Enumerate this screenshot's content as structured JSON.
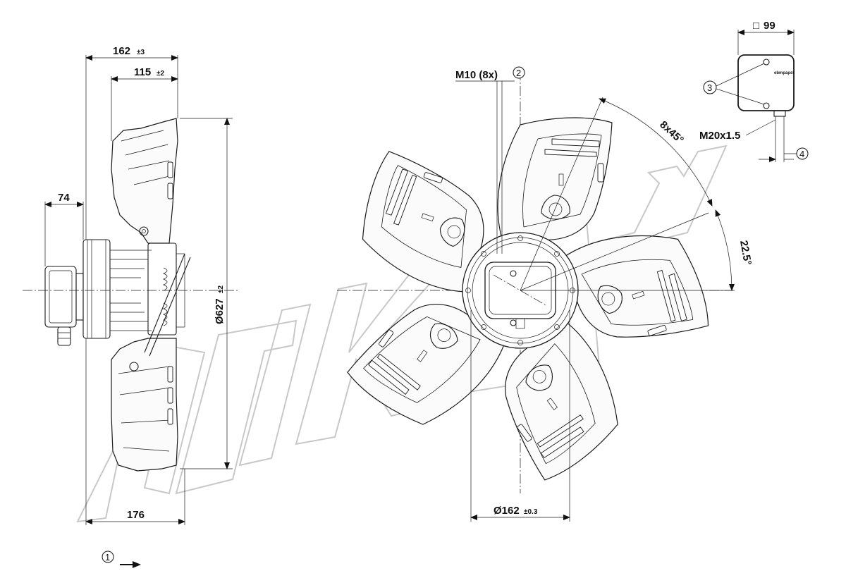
{
  "side_view": {
    "dim_overall_depth": {
      "value": "162",
      "tolerance": "±3"
    },
    "dim_hub_depth": {
      "value": "115",
      "tolerance": "±2"
    },
    "dim_terminal_box": {
      "value": "74"
    },
    "dim_blade_diameter": {
      "value": "Ø627",
      "tolerance": "±2"
    },
    "dim_bottom_depth": {
      "value": "176"
    }
  },
  "front_view": {
    "mounting_thread": "M10 (8x)",
    "callout_mounting": "2",
    "angle_pattern": "8x45°",
    "angle_offset": "22.5°",
    "dim_hub_diameter": {
      "value": "Ø162",
      "tolerance": "±0.3"
    },
    "blade_count": 5
  },
  "terminal_box": {
    "dim_square": "99",
    "square_symbol": "□",
    "callout_screws": "3",
    "cable_gland": "M20x1.5",
    "callout_gland": "4",
    "brand_plate": "ebmpapst"
  },
  "airflow": {
    "callout": "1",
    "direction_icon": "arrow-right-icon"
  },
  "watermark_letters": "ATIKA"
}
